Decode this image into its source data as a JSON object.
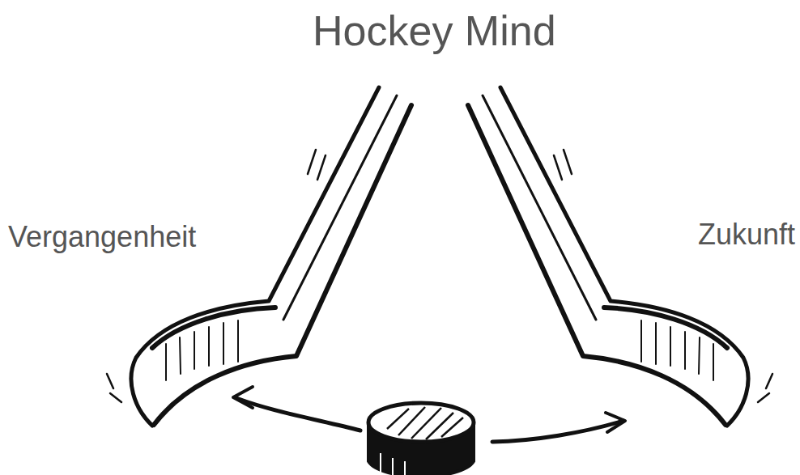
{
  "diagram": {
    "title": "Hockey Mind",
    "labels": [
      "Vergangenheit",
      "Zukunft"
    ]
  }
}
